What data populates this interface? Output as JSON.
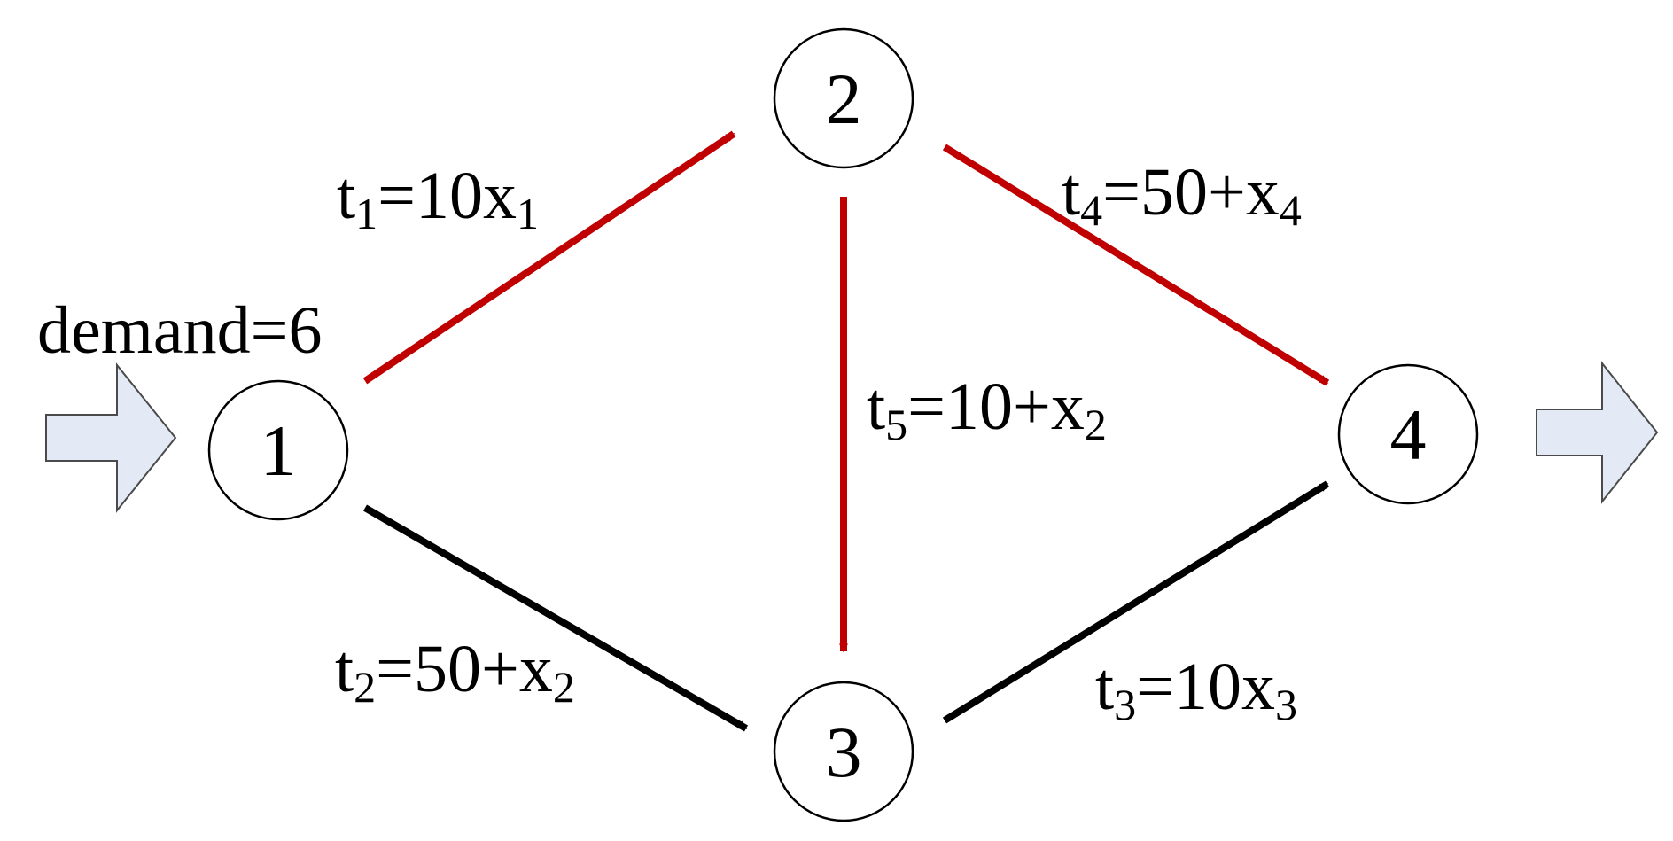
{
  "diagram": {
    "demand_label": "demand=6",
    "nodes": [
      {
        "id": "1",
        "label": "1"
      },
      {
        "id": "2",
        "label": "2"
      },
      {
        "id": "3",
        "label": "3"
      },
      {
        "id": "4",
        "label": "4"
      }
    ],
    "edges": [
      {
        "from": "1",
        "to": "2",
        "label_base": "t",
        "label_sub": "1",
        "label_rest": "=10x",
        "label_sub2": "1",
        "color": "#c00000"
      },
      {
        "from": "1",
        "to": "3",
        "label_base": "t",
        "label_sub": "2",
        "label_rest": "=50+x",
        "label_sub2": "2",
        "color": "#000000"
      },
      {
        "from": "3",
        "to": "4",
        "label_base": "t",
        "label_sub": "3",
        "label_rest": "=10x",
        "label_sub2": "3",
        "color": "#000000"
      },
      {
        "from": "2",
        "to": "4",
        "label_base": "t",
        "label_sub": "4",
        "label_rest": "=50+x",
        "label_sub2": "4",
        "color": "#c00000"
      },
      {
        "from": "2",
        "to": "3",
        "label_base": "t",
        "label_sub": "5",
        "label_rest": "=10+x",
        "label_sub2": "2",
        "color": "#c00000"
      }
    ],
    "colors": {
      "highlight_path": "#c00000",
      "default_edge": "#000000",
      "io_arrow_fill": "#e3eaf6",
      "io_arrow_stroke": "#4a4a4a"
    },
    "io_arrows": [
      "input-arrow",
      "output-arrow"
    ]
  }
}
